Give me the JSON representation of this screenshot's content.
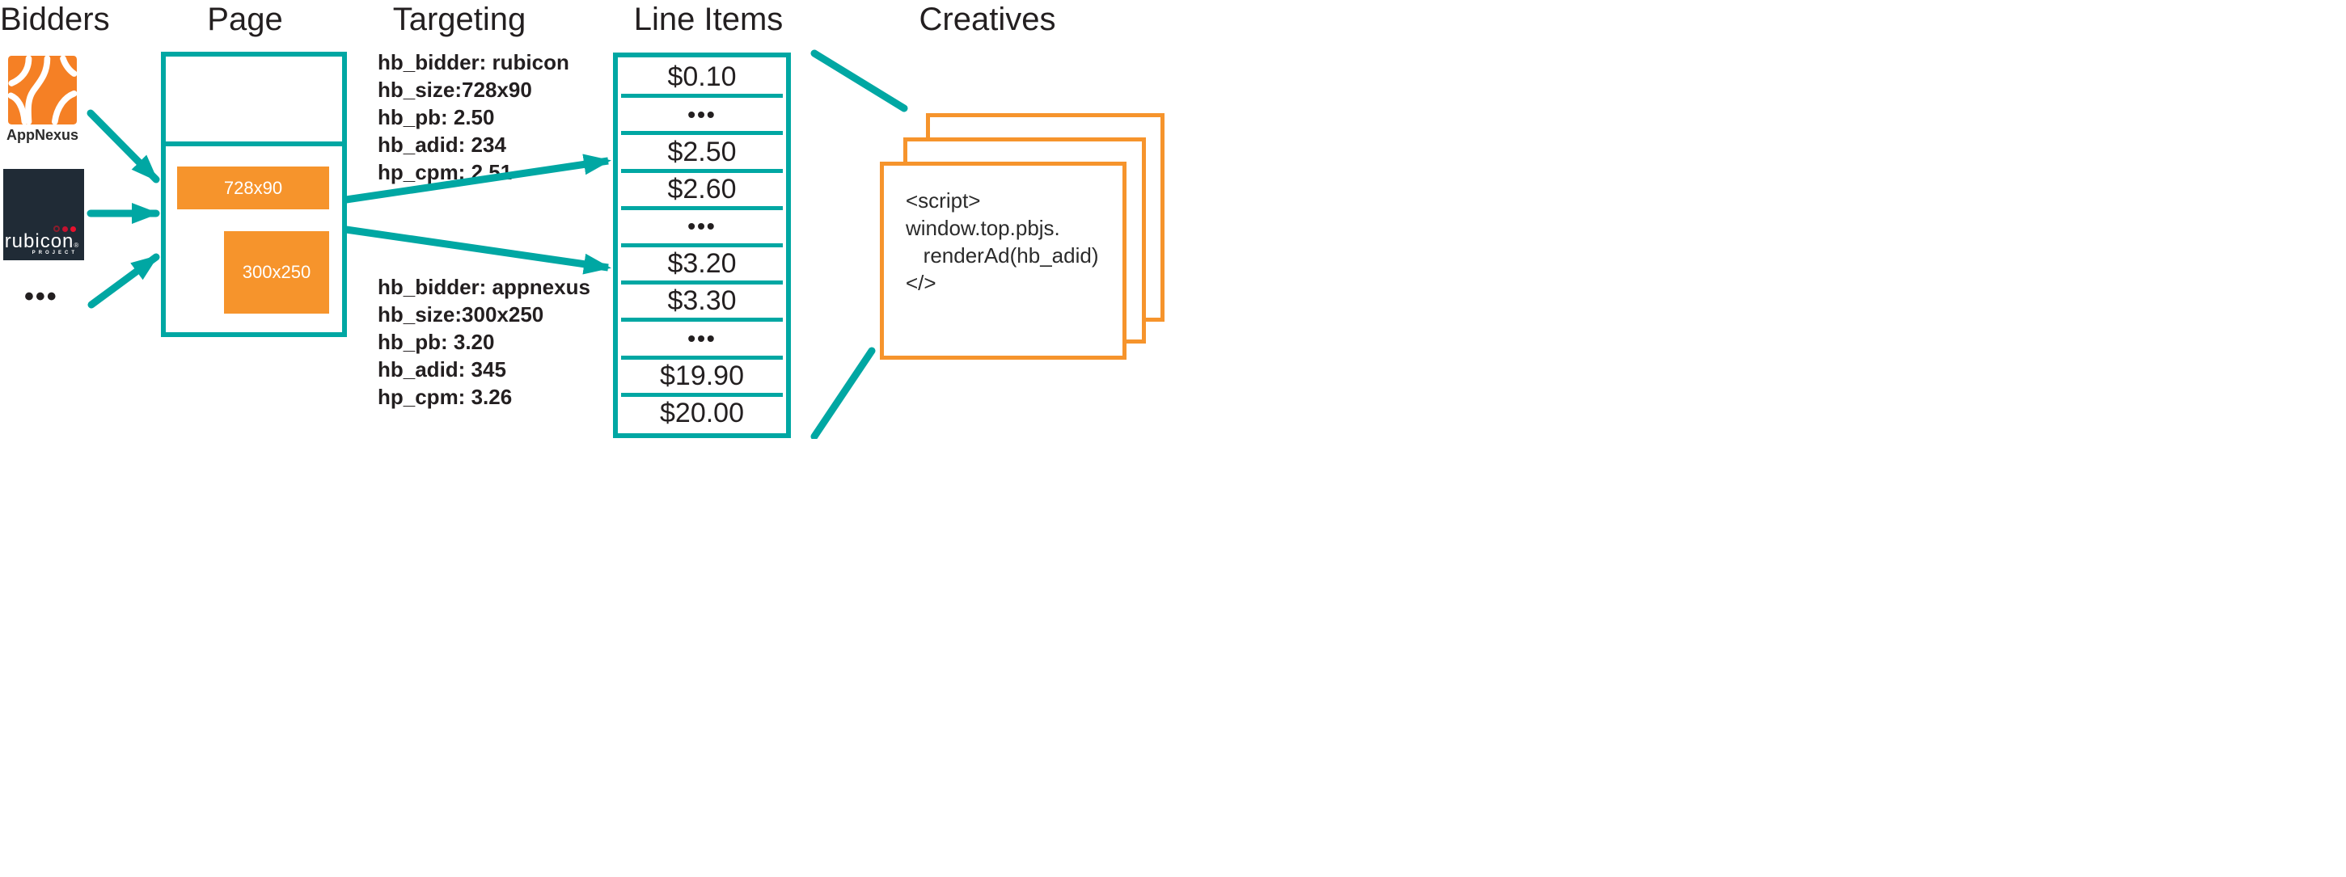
{
  "palette": {
    "teal": "#00A7A3",
    "orange": "#F6942C",
    "appnexus_orange": "#F58025",
    "rubicon_navy": "#202B36",
    "rubicon_red": "#E8112D",
    "ink": "#231F20",
    "white": "#FFFFFF"
  },
  "columns": {
    "bidders": {
      "title": "Bidders"
    },
    "page": {
      "title": "Page"
    },
    "targeting": {
      "title": "Targeting"
    },
    "line_items": {
      "title": "Line Items"
    },
    "creatives": {
      "title": "Creatives"
    }
  },
  "bidders": {
    "appnexus_label": "AppNexus",
    "rubicon_wordmark": "rubicon",
    "rubicon_reg": "®",
    "rubicon_subtext": "PROJECT",
    "more_bidders": "•••"
  },
  "page": {
    "ad_slots": [
      {
        "label": "728x90"
      },
      {
        "label": "300x250"
      }
    ]
  },
  "targeting": {
    "blocks": [
      {
        "lines": [
          "hb_bidder: rubicon",
          "hb_size:728x90",
          "hb_pb: 2.50",
          "hb_adid: 234",
          "hp_cpm: 2.51"
        ]
      },
      {
        "lines": [
          "hb_bidder: appnexus",
          "hb_size:300x250",
          "hb_pb: 3.20",
          "hb_adid: 345",
          "hp_cpm: 3.26"
        ]
      }
    ]
  },
  "line_items": {
    "rows": [
      "$0.10",
      "•••",
      "$2.50",
      "$2.60",
      "•••",
      "$3.20",
      "$3.30",
      "•••",
      "$19.90",
      "$20.00"
    ]
  },
  "creatives": {
    "code_lines": [
      "<script>",
      "window.top.pbjs.",
      "   renderAd(hb_adid)",
      "</>"
    ]
  }
}
